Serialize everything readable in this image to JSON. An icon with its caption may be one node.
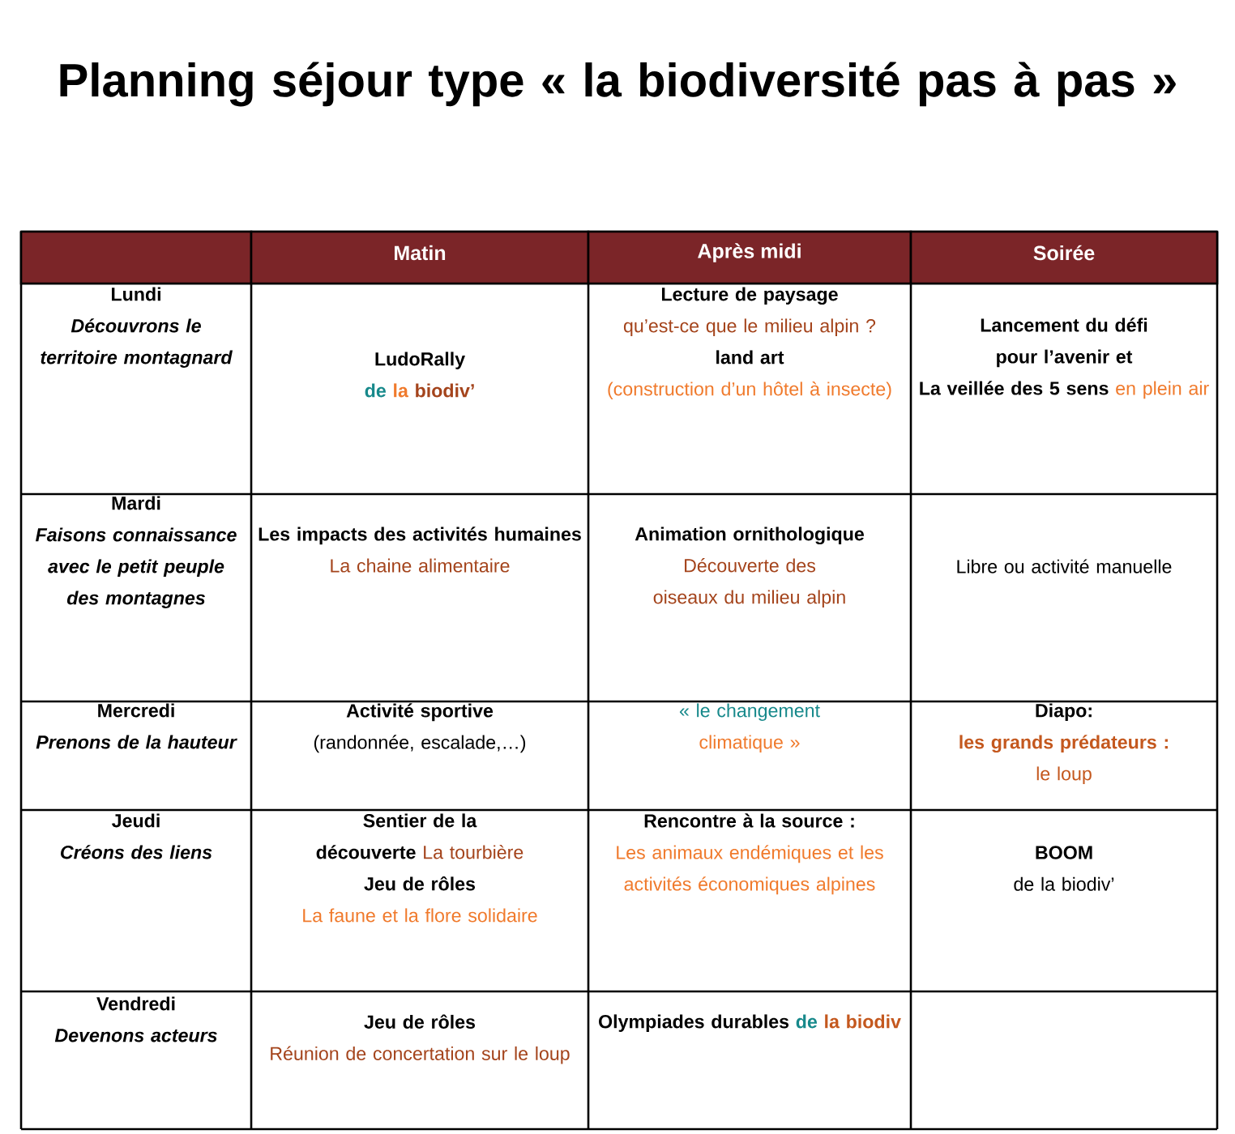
{
  "diagram": {
    "title": "Planning séjour type « la biodiversité pas à pas »",
    "labels": [
      "Matin",
      "Après midi",
      "Soirée",
      "Lundi",
      "Découvrons le territoire montagnard",
      "LudoRally",
      "de",
      "la",
      "biodiv’",
      "Lecture de paysage",
      "qu’est-ce que le milieu alpin ?",
      "land art",
      "(construction d’un hôtel à insecte)",
      "Lancement du défi pour l’avenir et",
      "La veillée des 5 sens",
      "en plein air",
      "Mardi",
      "Faisons connaissance avec le petit peuple des montagnes",
      "Les impacts des activités humaines",
      "La chaine alimentaire",
      "Animation ornithologique",
      "Découverte des oiseaux du milieu alpin",
      "Libre ou activité manuelle",
      "Mercredi",
      "Prenons de la hauteur",
      "Activité sportive",
      "(randonnée, escalade,…)",
      "« le changement",
      "climatique »",
      "Diapo:",
      "les grands prédateurs :",
      "le loup",
      "Jeudi",
      "Créons des liens",
      "Sentier de la découverte",
      "La tourbière",
      "Jeu de rôles",
      "La faune et la flore solidaire",
      "Rencontre à la source :",
      "Les animaux endémiques et les activités économiques alpines",
      "BOOM",
      "de la biodiv’",
      "Vendredi",
      "Devenons acteurs",
      "Jeu de rôles",
      "Réunion de concertation sur le loup",
      "Olympiades durables",
      "de",
      "la biodiv"
    ]
  }
}
